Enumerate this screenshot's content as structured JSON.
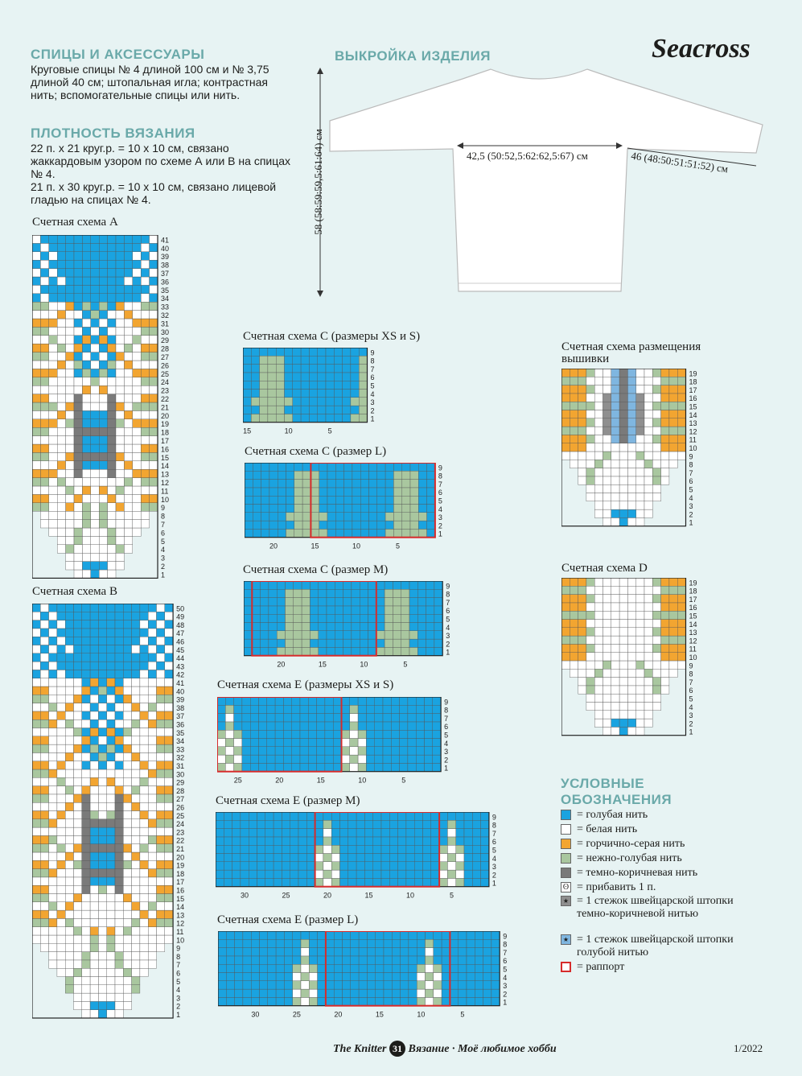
{
  "brand": "Seacross",
  "needles": {
    "heading": "СПИЦЫ И АКСЕССУАРЫ",
    "text": "Круговые спицы № 4 длиной 100 см и № 3,75 длиной 40 см; штопальная игла; контрастная нить; вспомогательные спицы или нить."
  },
  "gauge": {
    "heading": "ПЛОТНОСТЬ ВЯЗАНИЯ",
    "text": "22 п. х 21 круг.р. = 10 х 10 см, связано жаккардовым узором по схеме А или В на спицах № 4.\n21 п. х 30 круг.р. = 10 х 10 см, связано лицевой гладью на спицах № 4."
  },
  "pattern": {
    "heading": "ВЫКРОЙКА ИЗДЕЛИЯ",
    "height": "58 (58:59:59,5:61:64) см",
    "width": "42,5 (50:52,5:62:62,5:67) см",
    "sleeve": "46 (48:50:51:51:52) см"
  },
  "charts": [
    {
      "id": "A",
      "title": "Счетная схема А",
      "rows": 41,
      "cols": 15,
      "type": "A"
    },
    {
      "id": "B",
      "title": "Счетная схема В",
      "rows": 50,
      "cols": 17,
      "type": "B"
    },
    {
      "id": "C1",
      "title": "Счетная схема С (размеры XS и S)",
      "rows": 9,
      "cols": 15,
      "type": "C",
      "xlabels": [
        "15",
        "10",
        "5"
      ]
    },
    {
      "id": "C2",
      "title": "Счетная схема С (размер L)",
      "rows": 9,
      "cols": 23,
      "type": "C",
      "xlabels": [
        "20",
        "15",
        "10",
        "5"
      ]
    },
    {
      "id": "C3",
      "title": "Счетная схема С (размер М)",
      "rows": 9,
      "cols": 24,
      "type": "C",
      "xlabels": [
        "20",
        "15",
        "10",
        "5"
      ]
    },
    {
      "id": "E1",
      "title": "Счетная схема E (размеры XS и S)",
      "rows": 9,
      "cols": 27,
      "type": "E",
      "xlabels": [
        "25",
        "20",
        "15",
        "10",
        "5"
      ]
    },
    {
      "id": "E2",
      "title": "Счетная схема E (размер М)",
      "rows": 9,
      "cols": 33,
      "type": "E",
      "xlabels": [
        "30",
        "25",
        "20",
        "15",
        "10",
        "5"
      ]
    },
    {
      "id": "E3",
      "title": "Счетная схема E (размер L)",
      "rows": 9,
      "cols": 34,
      "type": "E",
      "xlabels": [
        "30",
        "25",
        "20",
        "15",
        "10",
        "5"
      ]
    },
    {
      "id": "EMB",
      "title": "Счетная схема размещения вышивки",
      "rows": 19,
      "cols": 15,
      "type": "EMB"
    },
    {
      "id": "D",
      "title": "Счетная схема D",
      "rows": 19,
      "cols": 15,
      "type": "D"
    }
  ],
  "legend": {
    "heading": "УСЛОВНЫЕ ОБОЗНАЧЕНИЯ",
    "items": [
      {
        "color": "#1aa3e0",
        "label": "= голубая нить"
      },
      {
        "color": "#ffffff",
        "label": "= белая нить"
      },
      {
        "color": "#f2a531",
        "label": "= горчично-серая нить"
      },
      {
        "color": "#a9c79f",
        "label": "= нежно-голубая нить"
      },
      {
        "color": "#7a7a7a",
        "label": "= темно-коричневая нить"
      },
      {
        "color": "#ffffff",
        "label": "= прибавить 1 п."
      },
      {
        "color": "#8f8f8f",
        "label": "= 1 стежок швейцарской штопки темно-коричневой нитью"
      },
      {
        "color": "#7fb6e0",
        "label": "= 1 стежок швейцарской штопки голубой нитью"
      },
      {
        "color": "#ffffff",
        "label": "= раппорт"
      }
    ]
  },
  "footer": {
    "magazine": "The Knitter",
    "page": "31",
    "subtitle": "Вязание · Моё любимое хобби",
    "issue": "1/2022"
  }
}
